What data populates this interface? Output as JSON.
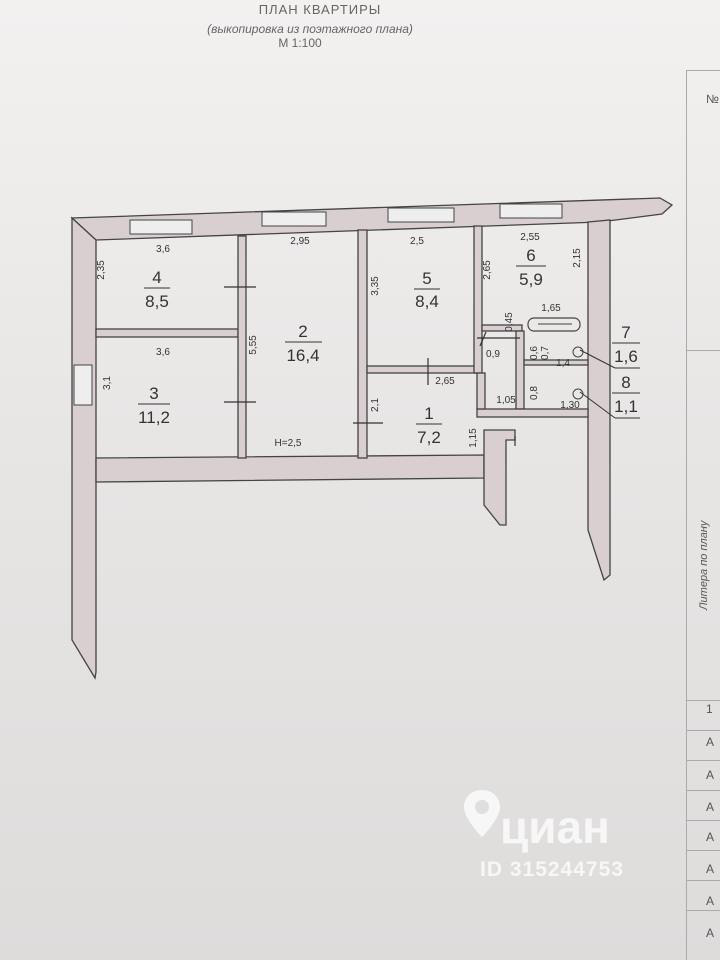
{
  "header": {
    "title": "ПЛАН КВАРТИРЫ",
    "subtitle": "(выкопировка из поэтажного плана)",
    "scale": "М 1:100"
  },
  "rooms": [
    {
      "number": "1",
      "area": "7,2"
    },
    {
      "number": "2",
      "area": "16,4"
    },
    {
      "number": "3",
      "area": "11,2"
    },
    {
      "number": "4",
      "area": "8,5"
    },
    {
      "number": "5",
      "area": "8,4"
    },
    {
      "number": "6",
      "area": "5,9"
    },
    {
      "number": "7",
      "area": "1,6"
    },
    {
      "number": "8",
      "area": "1,1"
    }
  ],
  "dimensions": {
    "r4_top": "3,6",
    "r4_side": "2,35",
    "r3_top": "3,6",
    "r3_side": "3,1",
    "r2_top": "2,95",
    "r2_side": "5,55",
    "height": "H=2,5",
    "r5_top": "2,5",
    "r5_side": "3,35",
    "r5_bottom": "2,65",
    "r6_top": "2,55",
    "r6_left": "2,65",
    "r6_right": "2,15",
    "d_165": "1,65",
    "d_045": "0,45",
    "d_09": "0,9",
    "d_06": "0,6",
    "d_07": "0,7",
    "d_14": "1,4",
    "d_08": "0,8",
    "d_105": "1,05",
    "d_130": "1,30",
    "d_21": "2,1",
    "d_115": "1,15"
  },
  "side": {
    "label": "Литера по плану",
    "mark_1": "1",
    "mark_a": "A",
    "mark_n": "№"
  },
  "watermark": {
    "brand": "циан",
    "id": "ID 315244753"
  }
}
